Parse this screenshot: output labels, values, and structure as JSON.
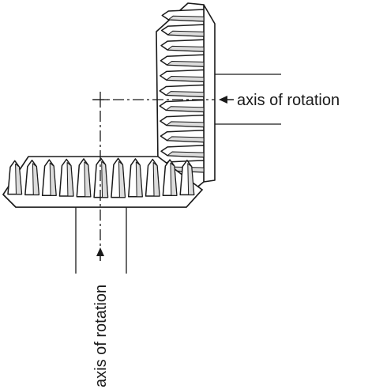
{
  "labels": {
    "axis_horizontal": "axis of rotation",
    "axis_vertical": "axis of rotation"
  },
  "colors": {
    "ink": "#1a1a1a",
    "face": "#ffffff",
    "shade": "#dcdcdc"
  },
  "gears": {
    "vertical_gear": {
      "teeth_visible": 11
    },
    "horizontal_gear": {
      "teeth_visible": 11
    }
  }
}
